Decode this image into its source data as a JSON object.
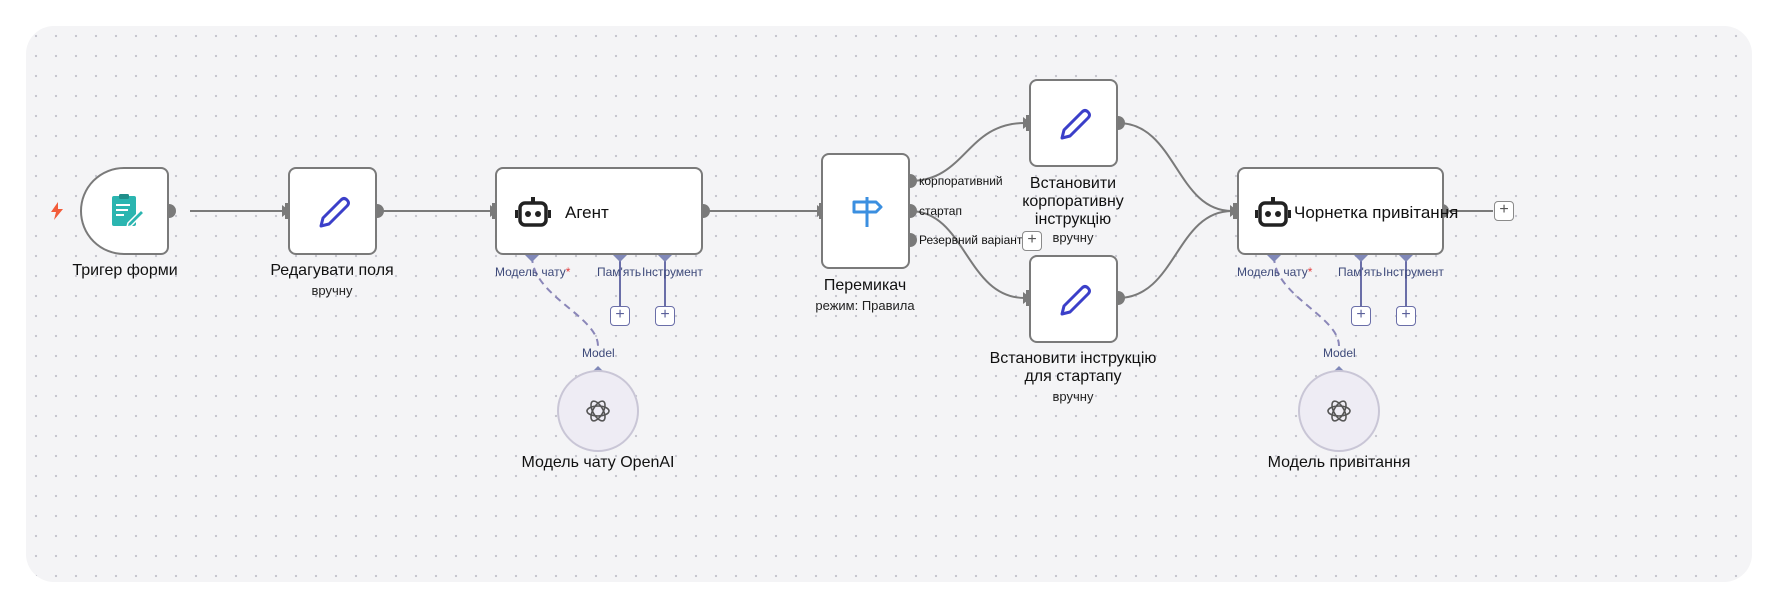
{
  "nodes": {
    "trigger": {
      "label": "Тригер форми"
    },
    "edit_fields": {
      "label": "Редагувати поля",
      "subtitle": "вручну"
    },
    "agent": {
      "title": "Агент",
      "ports": {
        "chat_model": "Модель чату",
        "memory": "Пам'ять",
        "tool": "Інструмент"
      }
    },
    "switch": {
      "label": "Перемикач",
      "subtitle": "режим: Правила",
      "outputs": [
        "корпоративний",
        "стартап",
        "Резервний варіант"
      ]
    },
    "set_corporate": {
      "label_lines": [
        "Встановити",
        "корпоративну",
        "інструкцію"
      ],
      "subtitle": "вручну"
    },
    "set_startup": {
      "label_lines": [
        "Встановити інструкцію",
        "для стартапу"
      ],
      "subtitle": "вручну"
    },
    "draft": {
      "title": "Чорнетка привітання",
      "ports": {
        "chat_model": "Модель чату",
        "memory": "Пам'ять",
        "tool": "Інструмент"
      }
    },
    "openai_model": {
      "label": "Модель чату OpenAI",
      "port": "Model"
    },
    "greeting_model": {
      "label": "Модель привітання",
      "port": "Model"
    }
  },
  "required_marker": "*",
  "plus_symbol": "+",
  "colors": {
    "canvas_bg": "#f4f4f6",
    "connector": "#7a7a7a",
    "sub_connector": "#6a6ea8",
    "pencil": "#3b3fc9",
    "form_icon": "#2bb5b0",
    "switch_icon": "#3b8fe0",
    "lightning": "#f25c3a"
  },
  "icons": {
    "trigger": "form-icon",
    "edit_fields": "pencil-icon",
    "agent": "robot-icon",
    "switch": "signpost-icon",
    "set_corporate": "pencil-icon",
    "set_startup": "pencil-icon",
    "draft": "robot-icon",
    "models": "openai-icon"
  }
}
